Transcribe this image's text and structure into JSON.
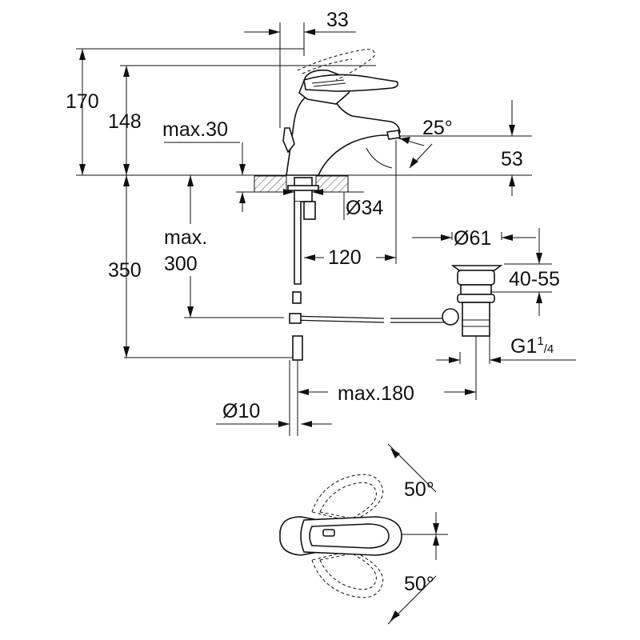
{
  "dimensions": {
    "top_offset": "33",
    "total_height": "170",
    "spout_height": "148",
    "max_30": "max.30",
    "angle_spout": "25°",
    "outlet_height": "53",
    "hole_diameter": "Ø34",
    "max_label": "max.",
    "max_value": "300",
    "below_counter": "350",
    "projection": "120",
    "waste_diameter": "Ø61",
    "waste_range": "40-55",
    "thread_prefix": "G1",
    "thread_sup": "1",
    "thread_sub": "/4",
    "max_180": "max.180",
    "hose_diameter": "Ø10",
    "angle_upper": "50°",
    "angle_lower": "50°"
  }
}
